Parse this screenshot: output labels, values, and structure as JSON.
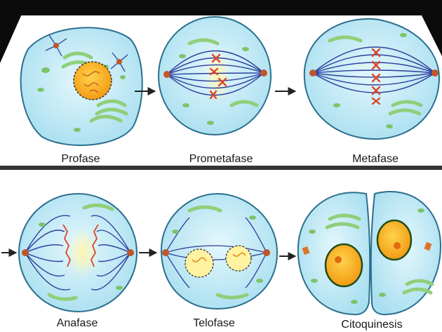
{
  "stages": [
    {
      "id": "profase",
      "label": "Profase"
    },
    {
      "id": "prometafase",
      "label": "Prometafase"
    },
    {
      "id": "metafase",
      "label": "Metafase"
    },
    {
      "id": "anafase",
      "label": "Anafase"
    },
    {
      "id": "telofase",
      "label": "Telofase"
    },
    {
      "id": "citoquinesis",
      "label": "Citoquinesis"
    }
  ],
  "colors": {
    "background_top": "#0b0b0b",
    "cell_fill": "#bfe9f5",
    "cell_stroke": "#2b6f8e",
    "spindle": "#2e3f9e",
    "chromosome": "#d9472b",
    "golgi": "#8fcf7a",
    "nucleus": "#f2a318",
    "centrosome": "#c0562a"
  }
}
